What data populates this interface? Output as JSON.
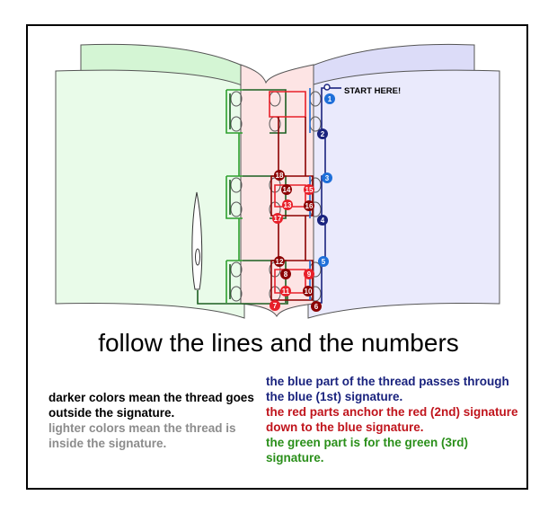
{
  "diagram": {
    "start_label": "START HERE!",
    "numbers": [
      "1",
      "2",
      "3",
      "4",
      "5",
      "6",
      "7",
      "8",
      "9",
      "10",
      "11",
      "12",
      "13",
      "14",
      "15",
      "16",
      "17",
      "18"
    ]
  },
  "caption": "follow the lines and the numbers",
  "left_notes": {
    "dark": "darker colors mean the thread goes outside the signature.",
    "light": "lighter colors mean the thread is inside the signature."
  },
  "right_notes": {
    "blue": "the blue part of the thread passes through the blue (1st) signature.",
    "red": "the red parts anchor the red (2nd) signature down to the blue signature.",
    "green": "the green part is for the green (3rd) signature."
  },
  "colors": {
    "blue_dark": "#1a237e",
    "blue_num": "#1e6fd9",
    "red_dark": "#8b0000",
    "red_light": "#e8202a",
    "green_dark": "#1b5e20",
    "green_light": "#2ea02e",
    "light_note": "#8c8c8c"
  }
}
